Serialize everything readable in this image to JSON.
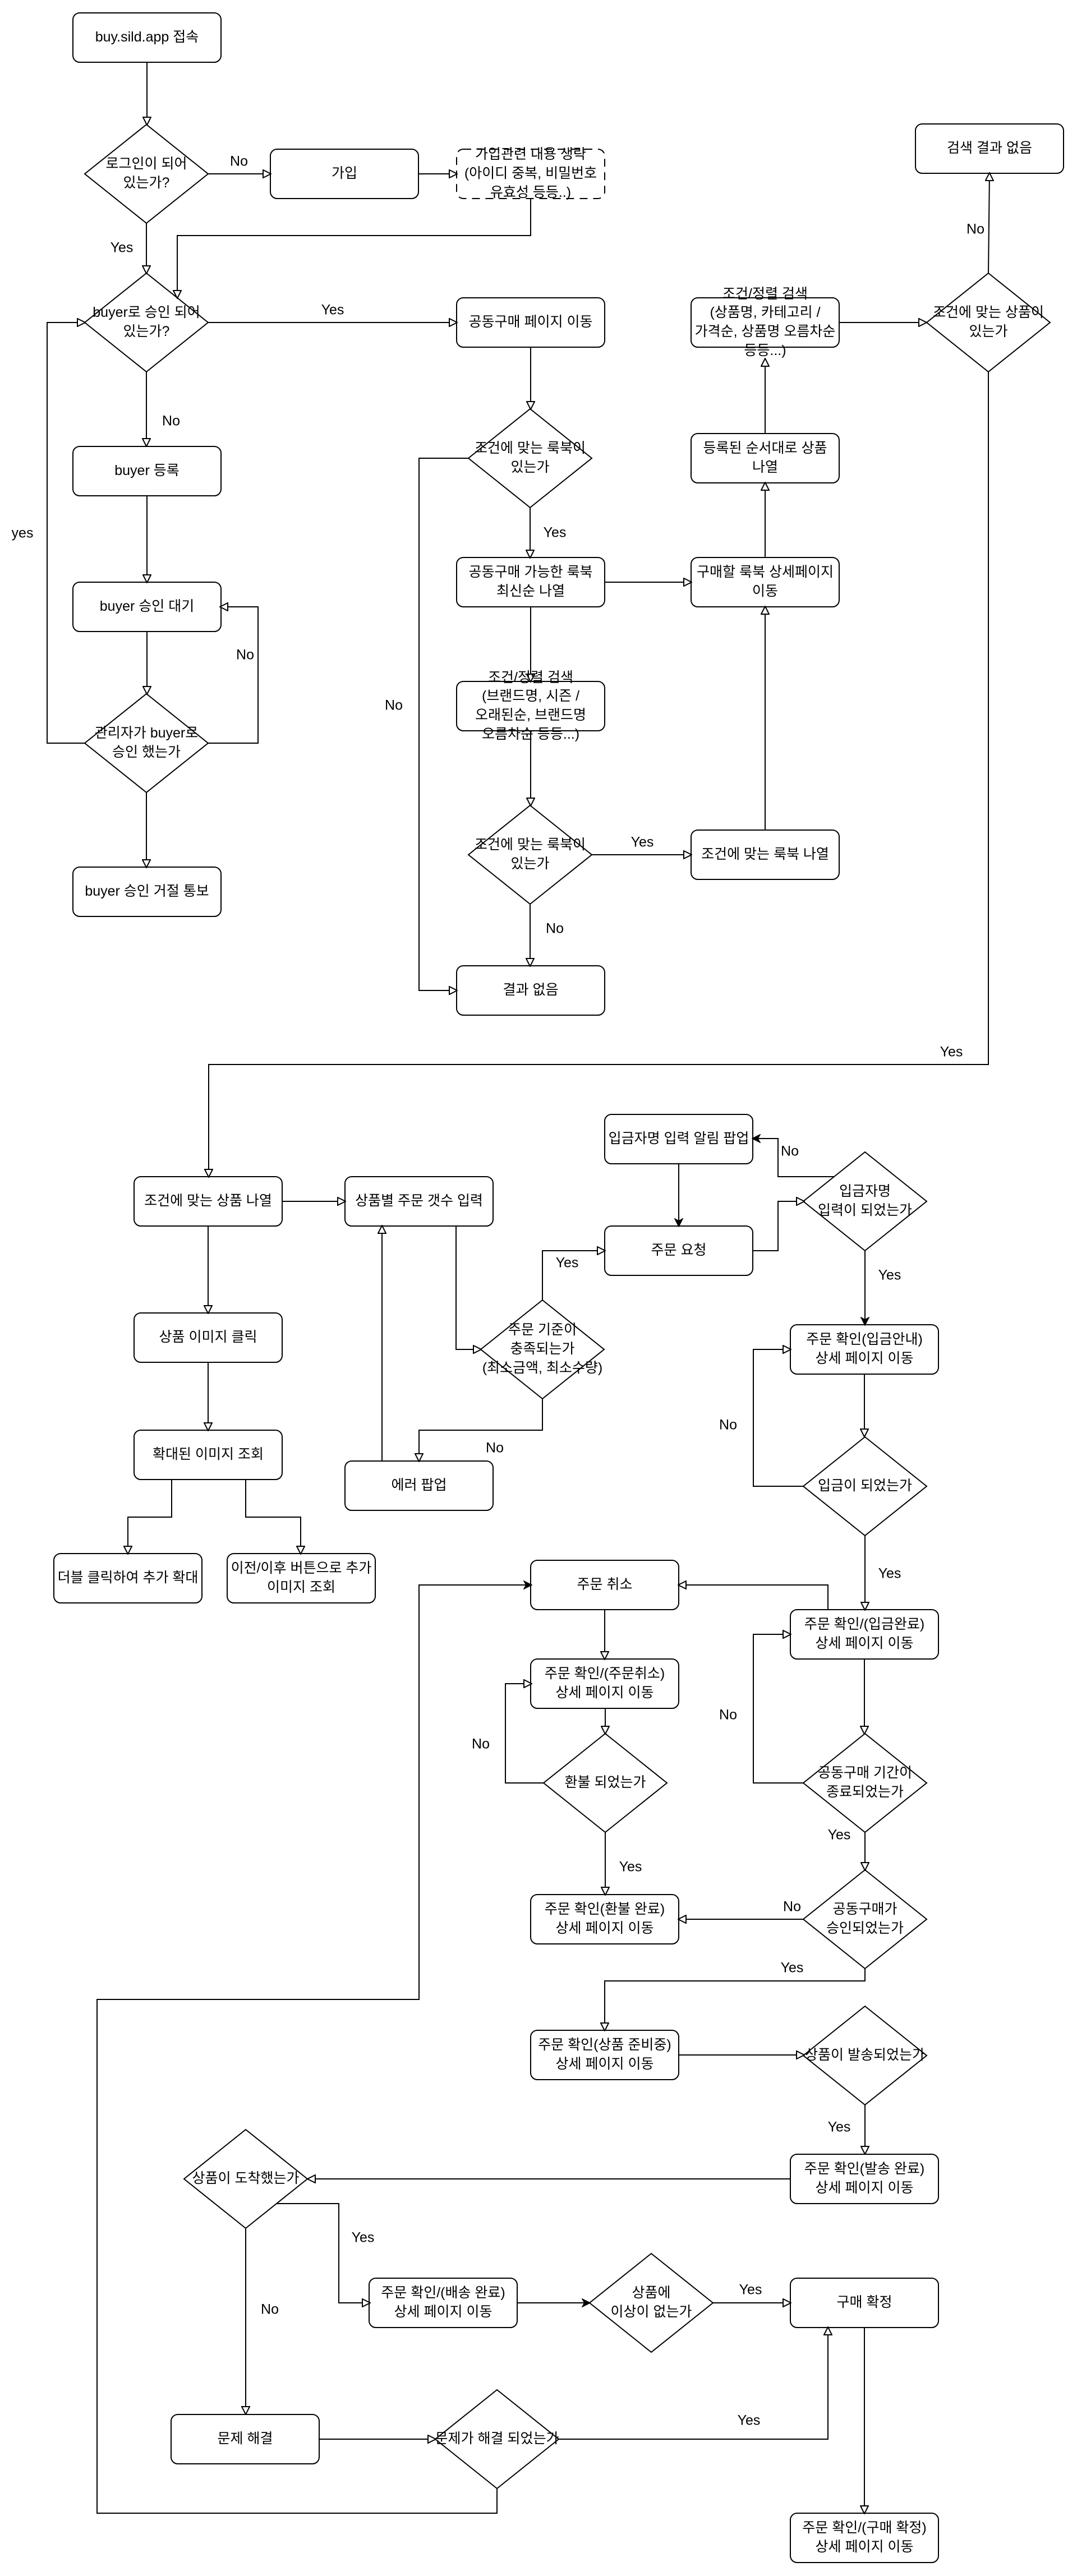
{
  "diagram": {
    "nodes": [
      {
        "id": "start",
        "kind": "box",
        "label": "buy.sild.app 접속"
      },
      {
        "id": "d_login",
        "kind": "diamond",
        "label": "로그인이 되어 있는가?"
      },
      {
        "id": "join",
        "kind": "box",
        "label": "가입"
      },
      {
        "id": "join_note",
        "kind": "dashed",
        "label": "가입관련 내용 생략\n(아이디 중복, 비밀번호\n유효성 등등..)"
      },
      {
        "id": "d_buyer",
        "kind": "diamond",
        "label": "buyer로 승인 되어 있는가?"
      },
      {
        "id": "groupbuy",
        "kind": "box",
        "label": "공동구매 페이지 이동"
      },
      {
        "id": "buyer_reg",
        "kind": "box",
        "label": "buyer 등록"
      },
      {
        "id": "buyer_wait",
        "kind": "box",
        "label": "buyer 승인 대기"
      },
      {
        "id": "d_admin",
        "kind": "diamond",
        "label": "관리자가 buyer로 승인 했는가"
      },
      {
        "id": "buyer_reject",
        "kind": "box",
        "label": "buyer 승인 거절 통보"
      },
      {
        "id": "d_lookbook1",
        "kind": "diamond",
        "label": "조건에 맞는 룩북이 있는가"
      },
      {
        "id": "lb_latest",
        "kind": "box",
        "label": "공동구매 가능한 룩북 최신순 나열"
      },
      {
        "id": "lb_search",
        "kind": "box",
        "label": "조건/정렬 검색\n(브랜드명, 시즌 / 오래된순, 브랜드명 오름차순 등등...)"
      },
      {
        "id": "d_lookbook2",
        "kind": "diamond",
        "label": "조건에 맞는 룩북이 있는가"
      },
      {
        "id": "lb_match",
        "kind": "box",
        "label": "조건에 맞는 룩북 나열"
      },
      {
        "id": "no_result",
        "kind": "box",
        "label": "결과 없음"
      },
      {
        "id": "lb_detail",
        "kind": "box",
        "label": "구매할 룩북 상세페이지 이동"
      },
      {
        "id": "registered",
        "kind": "box",
        "label": "등록된 순서대로 상품 나열"
      },
      {
        "id": "p_search",
        "kind": "box",
        "label": "조건/정렬 검색\n(상품명, 카테고리 / 가격순, 상품명 오름차순 등등...)"
      },
      {
        "id": "d_product",
        "kind": "diamond",
        "label": "조건에 맞는 상품이 있는가"
      },
      {
        "id": "p_none",
        "kind": "box",
        "label": "검색 결과 없음"
      },
      {
        "id": "p_list",
        "kind": "box",
        "label": "조건에 맞는 상품 나열"
      },
      {
        "id": "qty",
        "kind": "box",
        "label": "상품별 주문 갯수 입력"
      },
      {
        "id": "img_click",
        "kind": "box",
        "label": "상품 이미지 클릭"
      },
      {
        "id": "img_zoom",
        "kind": "box",
        "label": "확대된 이미지 조회"
      },
      {
        "id": "dbl_click",
        "kind": "box",
        "label": "더블 클릭하여 추가 확대"
      },
      {
        "id": "prev_next",
        "kind": "box",
        "label": "이전/이후 버튼으로 추가 이미지 조회"
      },
      {
        "id": "d_criteria",
        "kind": "diamond",
        "label": "주문 기준이 충족되는가(최소금액, 최소수량)"
      },
      {
        "id": "error_popup",
        "kind": "box",
        "label": "에러 팝업"
      },
      {
        "id": "order_req",
        "kind": "box",
        "label": "주문 요청"
      },
      {
        "id": "depositor_popup",
        "kind": "box",
        "label": "입금자명 입력 알림 팝업"
      },
      {
        "id": "d_depositor",
        "kind": "diamond",
        "label": "입금자명\n입력이 되었는가"
      },
      {
        "id": "deposit_guide",
        "kind": "box",
        "label": "주문 확인(입금안내) 상세 페이지 이동"
      },
      {
        "id": "d_deposit",
        "kind": "diamond",
        "label": "입금이 되었는가"
      },
      {
        "id": "deposit_done",
        "kind": "box",
        "label": "주문 확인/(입금완료) 상세 페이지 이동"
      },
      {
        "id": "cancel",
        "kind": "box",
        "label": "주문 취소"
      },
      {
        "id": "cancel_detail",
        "kind": "box",
        "label": "주문 확인/(주문취소) 상세 페이지 이동"
      },
      {
        "id": "d_refund",
        "kind": "diamond",
        "label": "환불 되었는가"
      },
      {
        "id": "refund_done",
        "kind": "box",
        "label": "주문 확인(환불 완료) 상세 페이지 이동"
      },
      {
        "id": "d_period",
        "kind": "diamond",
        "label": "공동구매 기간이 종료되었는가"
      },
      {
        "id": "d_approved",
        "kind": "diamond",
        "label": "공동구매가 승인되었는가"
      },
      {
        "id": "preparing",
        "kind": "box",
        "label": "주문 확인(상품 준비중) 상세 페이지 이동"
      },
      {
        "id": "d_shipped",
        "kind": "diamond",
        "label": "상품이 발송되었는가"
      },
      {
        "id": "shipped",
        "kind": "box",
        "label": "주문 확인(발송 완료) 상세 페이지 이동"
      },
      {
        "id": "d_arrived",
        "kind": "diamond",
        "label": "상품이 도착했는가"
      },
      {
        "id": "delivered",
        "kind": "box",
        "label": "주문 확인/(배송 완료) 상세 페이지 이동"
      },
      {
        "id": "d_ok",
        "kind": "diamond",
        "label": "상품에\n이상이 없는가"
      },
      {
        "id": "confirm",
        "kind": "box",
        "label": "구매 확정"
      },
      {
        "id": "solve",
        "kind": "box",
        "label": "문제 해결"
      },
      {
        "id": "d_solved",
        "kind": "diamond",
        "label": "문제가 해결 되었는가"
      },
      {
        "id": "confirm_detail",
        "kind": "box",
        "label": "주문 확인/(구매 확정) 상세 페이지 이동"
      }
    ],
    "edge_labels": [
      "No",
      "Yes",
      "Yes",
      "No",
      "yes",
      "No",
      "No",
      "Yes",
      "Yes",
      "No",
      "No",
      "Yes",
      "Yes",
      "No",
      "No",
      "Yes",
      "No",
      "Yes",
      "No",
      "Yes",
      "No",
      "Yes",
      "No",
      "Yes",
      "Yes",
      "Yes",
      "Yes",
      "No",
      "Yes"
    ],
    "colors": {
      "stroke": "#000000",
      "fill": "#ffffff",
      "text": "#000000"
    }
  }
}
